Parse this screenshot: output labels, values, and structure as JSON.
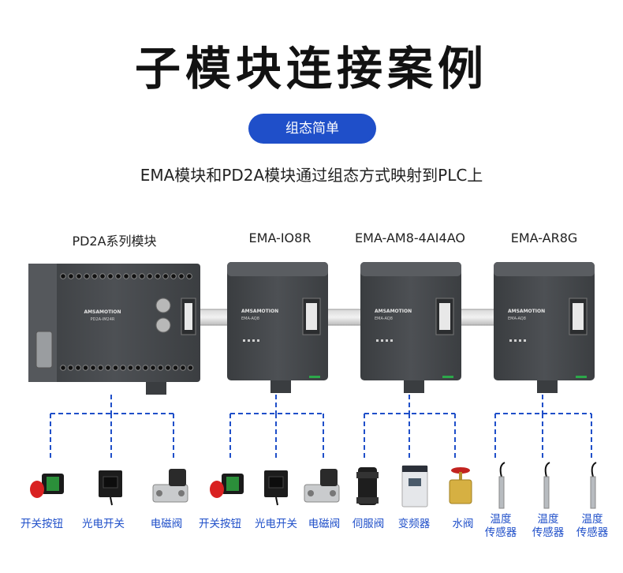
{
  "title": "子模块连接案例",
  "pill": "组态简单",
  "subtitle": "EMA模块和PD2A模块通过组态方式映射到PLC上",
  "modules": [
    {
      "label": "PD2A系列模块",
      "brand": "AMSAMOTION",
      "model": "PD2A-IM24R"
    },
    {
      "label": "EMA-IO8R",
      "brand": "AMSAMOTION",
      "model": "EMA-AQ8"
    },
    {
      "label": "EMA-AM8-4AI4AO",
      "brand": "AMSAMOTION",
      "model": "EMA-AQ8"
    },
    {
      "label": "EMA-AR8G",
      "brand": "AMSAMOTION",
      "model": "EMA-AQ8"
    }
  ],
  "devices": [
    {
      "label": "开关按钮"
    },
    {
      "label": "光电开关"
    },
    {
      "label": "电磁阀"
    },
    {
      "label": "开关按钮"
    },
    {
      "label": "光电开关"
    },
    {
      "label": "电磁阀"
    },
    {
      "label": "伺服阀"
    },
    {
      "label": "变频器"
    },
    {
      "label": "水阀"
    },
    {
      "line1": "温度",
      "line2": "传感器"
    },
    {
      "line1": "温度",
      "line2": "传感器"
    },
    {
      "line1": "温度",
      "line2": "传感器"
    }
  ],
  "colors": {
    "accent": "#1f4fc9",
    "module_body": "#46494c",
    "connector": "#1f4fc9"
  }
}
